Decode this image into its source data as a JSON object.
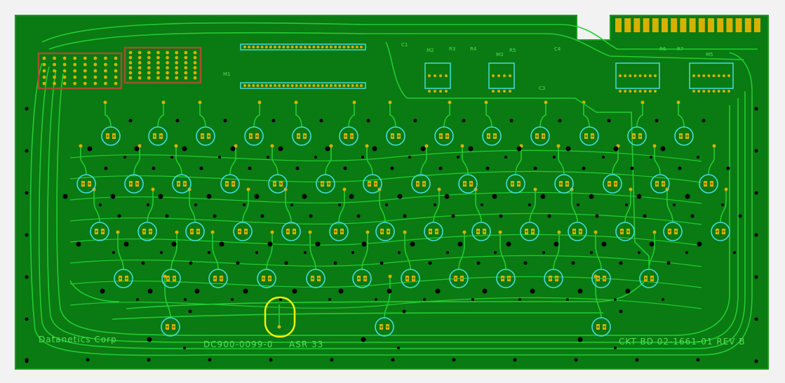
{
  "board": {
    "company_label": "Datanetics Corp",
    "part_label": "DC900-0099-0",
    "model_label": "ASR 33",
    "circuit_label": "CKT BD  02-1661-01  REV B",
    "component_labels": [
      "M1",
      "M2",
      "M3",
      "M5",
      "C1",
      "R3",
      "R4",
      "R5",
      "C3",
      "C4",
      "R6",
      "R7"
    ]
  },
  "colors": {
    "board": "#0a7a12",
    "trace": "#22cc33",
    "pad": "#d8b000",
    "ring": "#44dddd",
    "highlight": "#f2f200",
    "pad_grid": "#a0522d",
    "hole": "#000000"
  },
  "edge_connector_pin_count": 16,
  "key_switch_rows": [
    {
      "row": "row-1",
      "count": 13
    },
    {
      "row": "row-2",
      "count": 14
    },
    {
      "row": "row-3",
      "count": 14
    },
    {
      "row": "row-4",
      "count": 12
    },
    {
      "row": "row-5",
      "count": 3
    }
  ]
}
